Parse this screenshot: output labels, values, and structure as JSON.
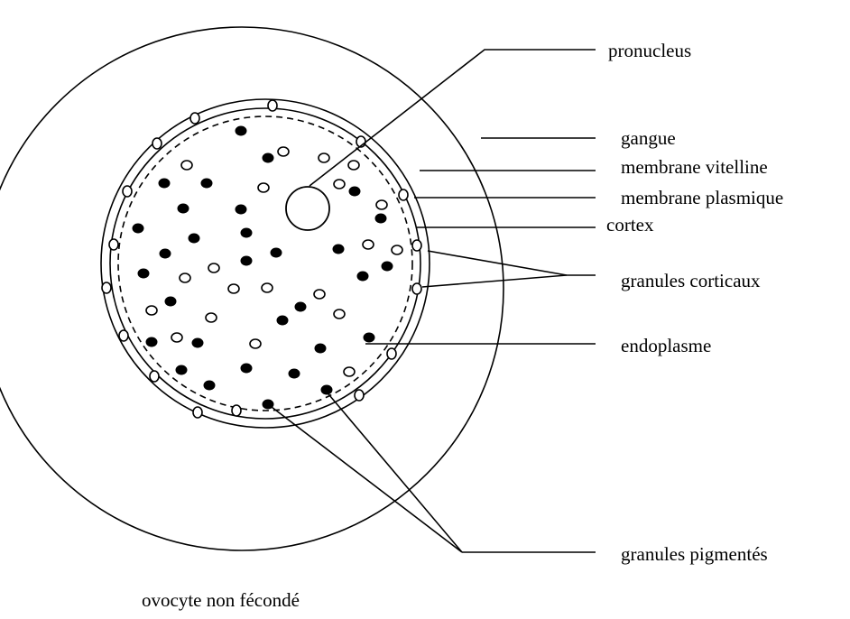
{
  "labels": {
    "pronucleus": "pronucleus",
    "gangue": "gangue",
    "membrane_vitelline": "membrane vitelline",
    "membrane_plasmique": "membrane plasmique",
    "cortex": "cortex",
    "granules_corticaux": "granules corticaux",
    "endoplasme": "endoplasme",
    "granules_pigmentes": "granules pigmentés"
  },
  "caption": "ovocyte non fécondé",
  "colors": {
    "line": "#000000",
    "cytoplasm_fill": "#f5f5f5",
    "background": "#ffffff"
  }
}
